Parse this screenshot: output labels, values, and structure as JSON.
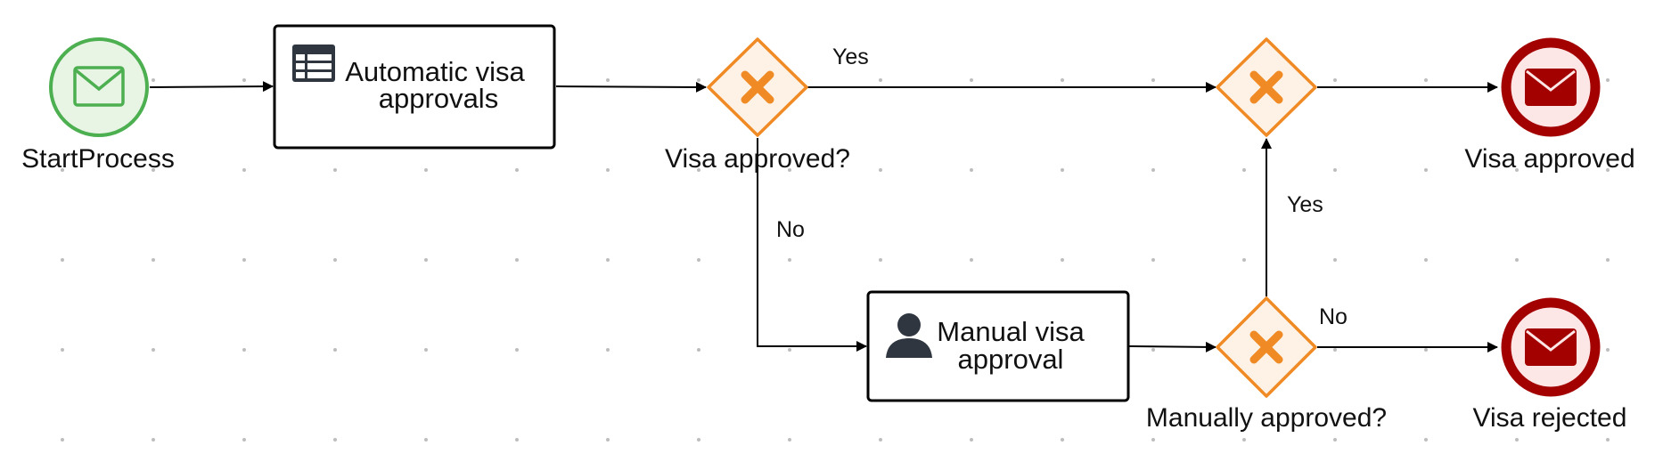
{
  "diagram": {
    "start_event": {
      "label": "StartProcess",
      "icon": "envelope-icon",
      "color": "#4caf50"
    },
    "auto_task": {
      "line1": "Automatic visa",
      "line2": "approvals",
      "icon": "decision-table-icon"
    },
    "manual_task": {
      "line1": "Manual visa",
      "line2": "approval",
      "icon": "user-icon"
    },
    "gateway_visa": {
      "label": "Visa approved?",
      "color": "#f08a24"
    },
    "gateway_merge": {
      "label": ""
    },
    "gateway_manual": {
      "label": "Manually approved?"
    },
    "end_approved": {
      "label": "Visa approved",
      "color": "#a30000"
    },
    "end_rejected": {
      "label": "Visa rejected"
    },
    "flows": {
      "visa_yes": "Yes",
      "visa_no": "No",
      "manual_yes": "Yes",
      "manual_no": "No"
    }
  }
}
